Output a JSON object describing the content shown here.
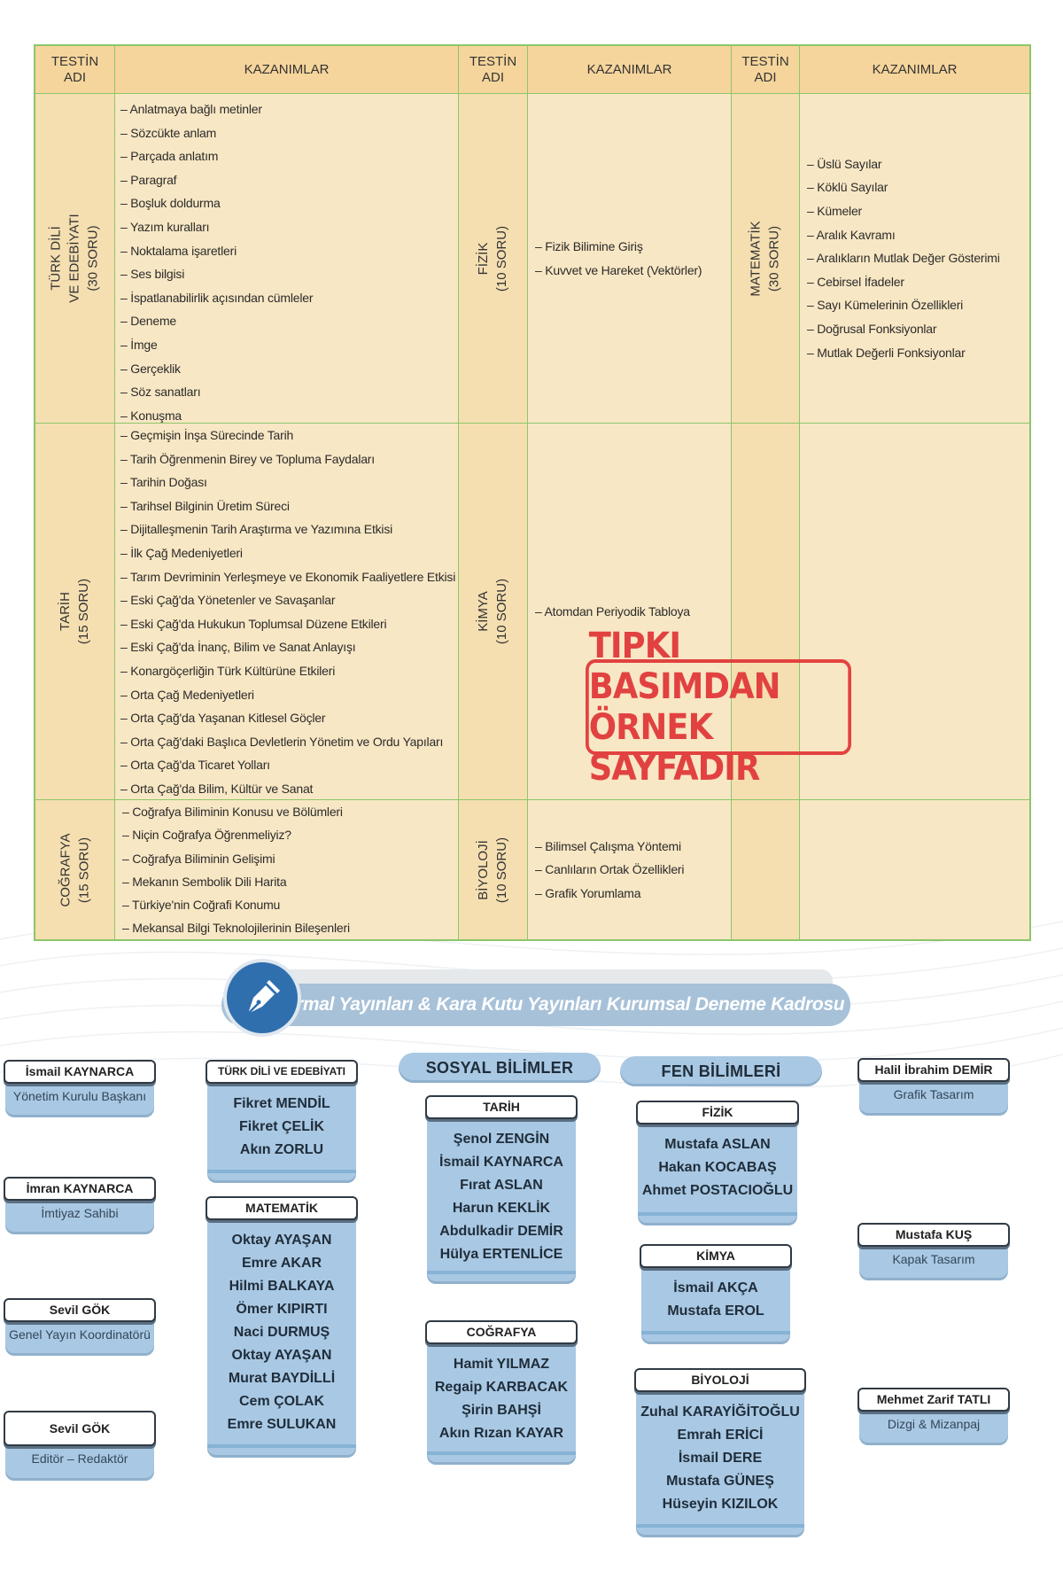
{
  "table": {
    "header": {
      "col1": "TESTİN\nADI",
      "col2": "KAZANIMLAR",
      "col3": "TESTİN\nADI",
      "col4": "KAZANIMLAR",
      "col5": "TESTİN\nADI",
      "col6": "KAZANIMLAR"
    },
    "turk_dili": {
      "name_line1": "TÜRK DİLİ",
      "name_line2": "VE EDEBİYATI",
      "name_line3": "(30 SORU)",
      "items": [
        "– Anlatmaya bağlı metinler",
        "– Sözcükte anlam",
        "– Parçada anlatım",
        "– Paragraf",
        "– Boşluk doldurma",
        "– Yazım kuralları",
        "– Noktalama işaretleri",
        "– Ses bilgisi",
        "– İspatlanabilirlik açısından cümleler",
        "– Deneme",
        "– İmge",
        "– Gerçeklik",
        "– Söz sanatları",
        "– Konuşma"
      ]
    },
    "fizik": {
      "name_line1": "FİZİK",
      "name_line2": "(10 SORU)",
      "items": [
        "– Fizik Bilimine Giriş",
        "– Kuvvet ve Hareket (Vektörler)"
      ]
    },
    "matematik": {
      "name_line1": "MATEMATİK",
      "name_line2": "(30 SORU)",
      "items": [
        "– Üslü Sayılar",
        "– Köklü Sayılar",
        "– Kümeler",
        "– Aralık Kavramı",
        "– Aralıkların Mutlak Değer Gösterimi",
        "– Cebirsel İfadeler",
        "– Sayı Kümelerinin Özellikleri",
        "– Doğrusal Fonksiyonlar",
        "– Mutlak Değerli Fonksiyonlar"
      ]
    },
    "tarih": {
      "name_line1": "TARİH",
      "name_line2": "(15 SORU)",
      "items": [
        "– Geçmişin İnşa Sürecinde Tarih",
        "– Tarih Öğrenmenin Birey ve Topluma Faydaları",
        "– Tarihin Doğası",
        "– Tarihsel Bilginin Üretim Süreci",
        "– Dijitalleşmenin Tarih Araştırma ve Yazımına Etkisi",
        "– İlk Çağ Medeniyetleri",
        "– Tarım Devriminin Yerleşmeye ve Ekonomik Faaliyetlere Etkisi",
        "– Eski Çağ'da Yönetenler ve Savaşanlar",
        "– Eski Çağ'da Hukukun Toplumsal Düzene Etkileri",
        "– Eski Çağ'da İnanç, Bilim ve Sanat Anlayışı",
        "– Konargöçerliğin Türk Kültürüne Etkileri",
        "– Orta Çağ Medeniyetleri",
        "– Orta Çağ'da Yaşanan Kitlesel Göçler",
        "– Orta Çağ'daki Başlıca Devletlerin Yönetim ve Ordu Yapıları",
        "– Orta Çağ'da Ticaret Yolları",
        "– Orta Çağ'da Bilim, Kültür ve Sanat"
      ]
    },
    "kimya": {
      "name_line1": "KİMYA",
      "name_line2": "(10 SORU)",
      "items": [
        "– Atomdan Periyodik Tabloya"
      ]
    },
    "cografya": {
      "name_line1": "COĞRAFYA",
      "name_line2": "(15 SORU)",
      "items": [
        "– Coğrafya Biliminin Konusu ve Bölümleri",
        "– Niçin Coğrafya Öğrenmeliyiz?",
        "– Coğrafya Biliminin Gelişimi",
        "– Mekanın Sembolik Dili Harita",
        "– Türkiye'nin Coğrafi Konumu",
        "– Mekansal Bilgi Teknolojilerinin Bileşenleri"
      ]
    },
    "biyoloji": {
      "name_line1": "BİYOLOJİ",
      "name_line2": "(10 SORU)",
      "items": [
        "– Bilimsel Çalışma Yöntemi",
        "– Canlıların Ortak Özellikleri",
        "– Grafik Yorumlama"
      ]
    }
  },
  "stamp": {
    "line1": "TIPKI BASIMDAN",
    "line2": "ÖRNEK SAYFADIR"
  },
  "banner": {
    "title": "İnformal Yayınları & Kara Kutu Yayınları Kurumsal Deneme Kadrosu",
    "icon": "pen-nib-icon"
  },
  "staff_left": [
    {
      "name": "İsmail KAYNARCA",
      "role": "Yönetim Kurulu Başkanı"
    },
    {
      "name": "İmran KAYNARCA",
      "role": "İmtiyaz Sahibi"
    },
    {
      "name": "Sevil GÖK",
      "role": "Genel Yayın Koordinatörü"
    },
    {
      "name": "Sevil GÖK",
      "role": "Editör – Redaktör"
    }
  ],
  "staff_right": [
    {
      "name": "Halil İbrahim DEMİR",
      "role": "Grafik Tasarım"
    },
    {
      "name": "Mustafa KUŞ",
      "role": "Kapak Tasarım"
    },
    {
      "name": "Mehmet Zarif TATLI",
      "role": "Dizgi & Mizanpaj"
    }
  ],
  "groups": {
    "sosyal": "SOSYAL BİLİMLER",
    "fen": "FEN BİLİMLERİ"
  },
  "teams": {
    "turk_dili": {
      "title": "TÜRK DİLİ VE EDEBİYATI",
      "members": [
        "Fikret MENDİL",
        "Fikret ÇELİK",
        "Akın ZORLU"
      ]
    },
    "matematik": {
      "title": "MATEMATİK",
      "members": [
        "Oktay AYAŞAN",
        "Emre AKAR",
        "Hilmi BALKAYA",
        "Ömer KIPIRTI",
        "Naci DURMUŞ",
        "Oktay AYAŞAN",
        "Murat BAYDİLLİ",
        "Cem ÇOLAK",
        "Emre SULUKAN"
      ]
    },
    "tarih": {
      "title": "TARİH",
      "members": [
        "Şenol ZENGİN",
        "İsmail KAYNARCA",
        "Fırat ASLAN",
        "Harun KEKLİK",
        "Abdulkadir DEMİR",
        "Hülya ERTENLİCE"
      ]
    },
    "cografya": {
      "title": "COĞRAFYA",
      "members": [
        "Hamit YILMAZ",
        "Regaip KARBACAK",
        "Şirin BAHŞİ",
        "Akın Rızan KAYAR"
      ]
    },
    "fizik": {
      "title": "FİZİK",
      "members": [
        "Mustafa ASLAN",
        "Hakan KOCABAŞ",
        "Ahmet POSTACIOĞLU"
      ]
    },
    "kimya": {
      "title": "KİMYA",
      "members": [
        "İsmail AKÇA",
        "Mustafa EROL"
      ]
    },
    "biyoloji": {
      "title": "BİYOLOJİ",
      "members": [
        "Zuhal KARAYİĞİTOĞLU",
        "Emrah ERİCİ",
        "İsmail DERE",
        "Mustafa GÜNEŞ",
        "Hüseyin KIZILOK"
      ]
    }
  },
  "colors": {
    "table_bg": "#f8e7c4",
    "table_border": "#8cc66a",
    "card_bg": "#a9c8e3",
    "stamp_red": "#e03a3a",
    "pen_blue": "#2f6fae"
  }
}
